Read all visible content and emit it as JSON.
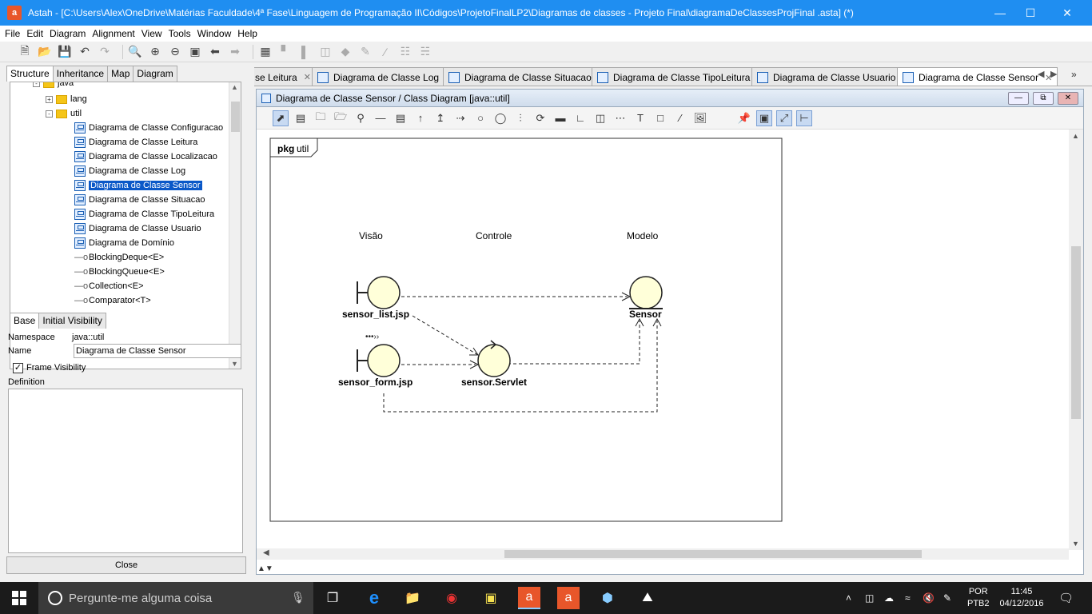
{
  "window": {
    "title": "Astah - [C:\\Users\\Alex\\OneDrive\\Matérias Faculdade\\4ª Fase\\Linguagem de Programação II\\Códigos\\ProjetoFinalLP2\\Diagramas de classes - Projeto Final\\diagramaDeClassesProjFinal .asta] (*)",
    "app_icon_text": "a"
  },
  "menu": [
    "File",
    "Edit",
    "Diagram",
    "Alignment",
    "View",
    "Tools",
    "Window",
    "Help"
  ],
  "left_tabs": [
    "Structure",
    "Inheritance",
    "Map",
    "Diagram"
  ],
  "tree": {
    "partial_top": "java",
    "items": [
      {
        "type": "folder",
        "label": "lang",
        "indent": 1
      },
      {
        "type": "folder",
        "label": "util",
        "indent": 1
      },
      {
        "type": "diagram",
        "label": "Diagrama de Classe Configuracao"
      },
      {
        "type": "diagram",
        "label": "Diagrama de Classe Leitura"
      },
      {
        "type": "diagram",
        "label": "Diagrama de Classe Localizacao"
      },
      {
        "type": "diagram",
        "label": "Diagrama de Classe Log"
      },
      {
        "type": "diagram",
        "label": "Diagrama de Classe Sensor",
        "selected": true
      },
      {
        "type": "diagram",
        "label": "Diagrama de Classe Situacao"
      },
      {
        "type": "diagram",
        "label": "Diagrama de Classe TipoLeitura"
      },
      {
        "type": "diagram",
        "label": "Diagrama de Classe Usuario"
      },
      {
        "type": "diagram",
        "label": "Diagrama de Domínio"
      },
      {
        "type": "interface",
        "label": "BlockingDeque<E>"
      },
      {
        "type": "interface",
        "label": "BlockingQueue<E>"
      },
      {
        "type": "interface",
        "label": "Collection<E>"
      },
      {
        "type": "interface",
        "label": "Comparator<T>"
      }
    ]
  },
  "prop_tabs": [
    "Base",
    "Initial Visibility"
  ],
  "props": {
    "namespace_label": "Namespace",
    "namespace_value": "java::util",
    "name_label": "Name",
    "name_value": "Diagrama de Classe Sensor",
    "frame_visibility_label": "Frame Visibility",
    "definition_label": "Definition",
    "close_label": "Close"
  },
  "diagram_tabs": [
    {
      "label": "se Leitura",
      "active": false
    },
    {
      "label": "Diagrama de Classe Log",
      "active": false
    },
    {
      "label": "Diagrama de Classe Situacao",
      "active": false
    },
    {
      "label": "Diagrama de Classe TipoLeitura",
      "active": false
    },
    {
      "label": "Diagrama de Classe Usuario",
      "active": false
    },
    {
      "label": "Diagrama de Classe Sensor",
      "active": true
    }
  ],
  "diagram": {
    "window_title": "Diagrama de Classe Sensor / Class Diagram [java::util]",
    "frame_kind": "pkg",
    "frame_name": "util",
    "column_labels": {
      "view": "Visão",
      "control": "Controle",
      "model": "Modelo"
    },
    "elements": {
      "sensor_list": "sensor_list.jsp",
      "sensor_form": "sensor_form.jsp",
      "sensor_servlet": "sensor.Servlet",
      "sensor_entity": "Sensor"
    }
  },
  "taskbar": {
    "search_placeholder": "Pergunte-me alguma coisa",
    "lang_top": "POR",
    "lang_bottom": "PTB2",
    "time": "11:45",
    "date": "04/12/2016"
  },
  "colors": {
    "titlebar": "#1f8ef1",
    "selection": "#0a58c8",
    "robustness_fill": "#ffffd9",
    "taskbar": "#1b1b1b"
  }
}
